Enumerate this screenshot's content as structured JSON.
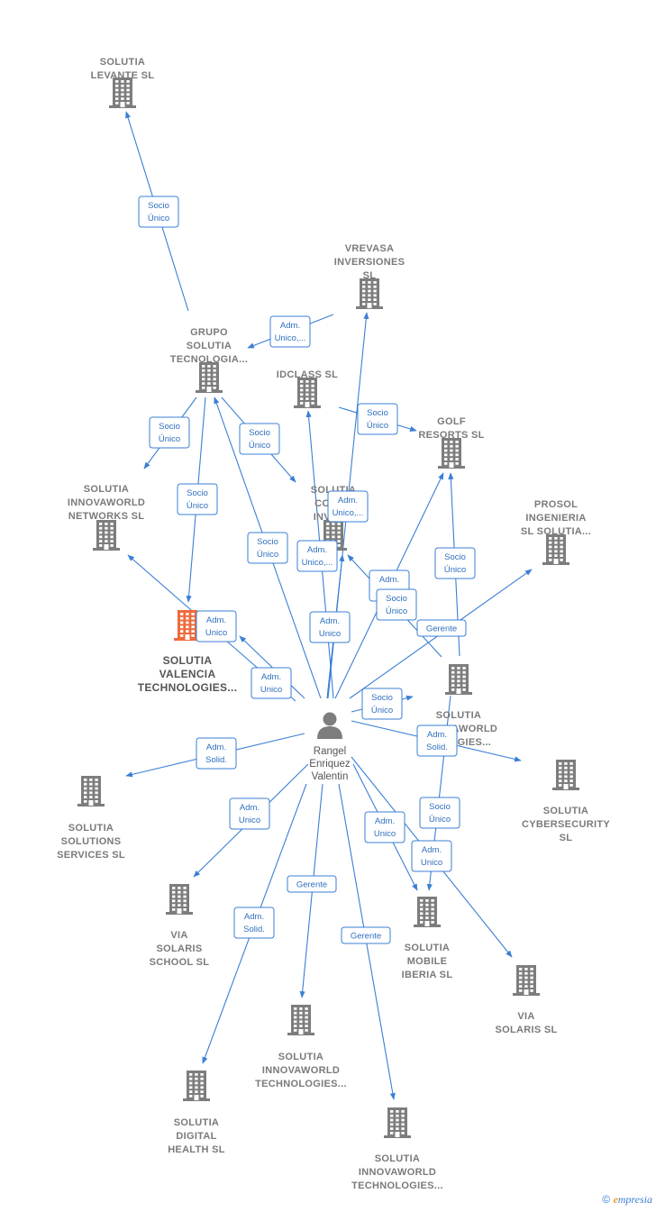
{
  "person": {
    "id": "rangel",
    "lines": [
      "Rangel",
      "Enriquez",
      "Valentin"
    ]
  },
  "companies": [
    {
      "id": "solutia-levante",
      "lines": [
        "SOLUTIA",
        "LEVANTE  SL"
      ],
      "focus": false
    },
    {
      "id": "vrevasa",
      "lines": [
        "VREVASA",
        "INVERSIONES",
        "SL"
      ],
      "focus": false
    },
    {
      "id": "grupo-solutia",
      "lines": [
        "GRUPO",
        "SOLUTIA",
        "TECNOLOGIA..."
      ],
      "focus": false
    },
    {
      "id": "idclass",
      "lines": [
        "IDCLASS  SL"
      ],
      "focus": false
    },
    {
      "id": "golf-resorts",
      "lines": [
        "GOLF",
        "RESORTS  SL"
      ],
      "focus": false
    },
    {
      "id": "solutia-networks",
      "lines": [
        "SOLUTIA",
        "INNOVAWORLD",
        "NETWORKS  SL"
      ],
      "focus": false
    },
    {
      "id": "solutia-corp-inves",
      "lines": [
        "SOLUTIA",
        "CORP...",
        "INVES..."
      ],
      "focus": false
    },
    {
      "id": "prosol",
      "lines": [
        "PROSOL",
        "INGENIERIA",
        "SL SOLUTIA..."
      ],
      "focus": false
    },
    {
      "id": "solutia-valencia",
      "lines": [
        "SOLUTIA",
        "VALENCIA",
        "TECHNOLOGIES..."
      ],
      "focus": true
    },
    {
      "id": "solutia-innova-tech-1",
      "lines": [
        "SOLUTIA",
        "INNOVAWORLD",
        "...OLOGIES..."
      ],
      "focus": false
    },
    {
      "id": "solutia-solutions",
      "lines": [
        "SOLUTIA",
        "SOLUTIONS",
        "SERVICES  SL"
      ],
      "focus": false
    },
    {
      "id": "solutia-cyber",
      "lines": [
        "SOLUTIA",
        "CYBERSECURITY",
        "SL"
      ],
      "focus": false
    },
    {
      "id": "via-solaris-school",
      "lines": [
        "VIA",
        "SOLARIS",
        "SCHOOL  SL"
      ],
      "focus": false
    },
    {
      "id": "solutia-mobile",
      "lines": [
        "SOLUTIA",
        "MOBILE",
        "IBERIA  SL"
      ],
      "focus": false
    },
    {
      "id": "via-solaris",
      "lines": [
        "VIA",
        "SOLARIS  SL"
      ],
      "focus": false
    },
    {
      "id": "solutia-innova-tech-2",
      "lines": [
        "SOLUTIA",
        "INNOVAWORLD",
        "TECHNOLOGIES..."
      ],
      "focus": false
    },
    {
      "id": "solutia-digital",
      "lines": [
        "SOLUTIA",
        "DIGITAL",
        "HEALTH  SL"
      ],
      "focus": false
    },
    {
      "id": "solutia-innova-tech-3",
      "lines": [
        "SOLUTIA",
        "INNOVAWORLD",
        "TECHNOLOGIES..."
      ],
      "focus": false
    }
  ],
  "relations": [
    {
      "from": "grupo-solutia",
      "to": "solutia-levante",
      "label": [
        "Socio",
        "Único"
      ]
    },
    {
      "from": "vrevasa",
      "to": "grupo-solutia",
      "label": [
        "Adm.",
        "Unico,..."
      ]
    },
    {
      "from": "grupo-solutia",
      "to": "solutia-networks",
      "label": [
        "Socio",
        "Único"
      ]
    },
    {
      "from": "grupo-solutia",
      "to": "solutia-valencia",
      "label": [
        "Socio",
        "Único"
      ]
    },
    {
      "from": "grupo-solutia",
      "to": "solutia-corp-inves",
      "label": [
        "Socio",
        "Único"
      ]
    },
    {
      "from": "idclass",
      "to": "golf-resorts",
      "label": [
        "Socio",
        "Único"
      ]
    },
    {
      "from": "rangel",
      "to": "grupo-solutia",
      "label": [
        "Socio",
        "Único"
      ]
    },
    {
      "from": "rangel",
      "to": "solutia-corp-inves",
      "label": [
        "Adm.",
        "Unico,..."
      ]
    },
    {
      "from": "rangel",
      "to": "idclass",
      "label": [
        "Adm.",
        "Unico,..."
      ]
    },
    {
      "from": "rangel",
      "to": "vrevasa",
      "label": [
        "Adm.",
        "Unico"
      ]
    },
    {
      "from": "rangel",
      "to": "solutia-valencia",
      "label": [
        "Adm.",
        "Unico"
      ]
    },
    {
      "from": "rangel",
      "to": "solutia-networks",
      "label": [
        "Adm.",
        "Unico"
      ]
    },
    {
      "from": "solutia-innova-tech-1",
      "to": "solutia-corp-inves",
      "label": [
        "Adm.",
        "Unico"
      ]
    },
    {
      "from": "rangel",
      "to": "golf-resorts",
      "label": [
        "Socio",
        "Único"
      ]
    },
    {
      "from": "solutia-innova-tech-1",
      "to": "golf-resorts",
      "label": [
        "Socio",
        "Único"
      ]
    },
    {
      "from": "rangel",
      "to": "prosol",
      "label": [
        "Gerente"
      ]
    },
    {
      "from": "rangel",
      "to": "solutia-innova-tech-1",
      "label": [
        "Socio",
        "Único"
      ]
    },
    {
      "from": "rangel",
      "to": "solutia-cyber",
      "label": [
        "Adm.",
        "Solid."
      ]
    },
    {
      "from": "rangel",
      "to": "solutia-solutions",
      "label": [
        "Adm.",
        "Solid."
      ]
    },
    {
      "from": "solutia-innova-tech-1",
      "to": "solutia-mobile",
      "label": [
        "Socio",
        "Único"
      ]
    },
    {
      "from": "rangel",
      "to": "via-solaris-school",
      "label": [
        "Adm.",
        "Unico"
      ]
    },
    {
      "from": "rangel",
      "to": "solutia-mobile",
      "label": [
        "Adm.",
        "Unico"
      ]
    },
    {
      "from": "rangel",
      "to": "via-solaris",
      "label": [
        "Adm.",
        "Unico"
      ]
    },
    {
      "from": "rangel",
      "to": "solutia-innova-tech-2",
      "label": [
        "Gerente"
      ]
    },
    {
      "from": "rangel",
      "to": "solutia-digital",
      "label": [
        "Adm.",
        "Solid."
      ]
    },
    {
      "from": "rangel",
      "to": "solutia-innova-tech-3",
      "label": [
        "Gerente"
      ]
    }
  ],
  "footer": {
    "copyright": "©",
    "brand_first": "e",
    "brand_rest": "mpresia"
  }
}
